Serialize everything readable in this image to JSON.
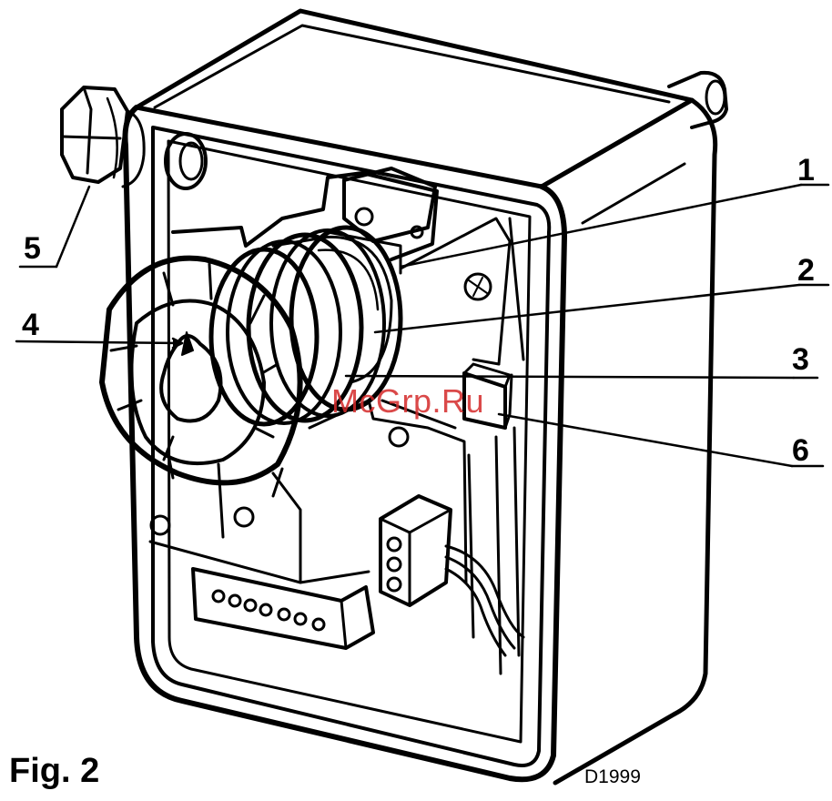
{
  "figure": {
    "caption": "Fig. 2",
    "code": "D1999",
    "watermark": "McGrp.Ru"
  },
  "callouts": [
    {
      "id": "1",
      "label": "1"
    },
    {
      "id": "2",
      "label": "2"
    },
    {
      "id": "3",
      "label": "3"
    },
    {
      "id": "4",
      "label": "4"
    },
    {
      "id": "5",
      "label": "5"
    },
    {
      "id": "6",
      "label": "6"
    }
  ],
  "colors": {
    "ink": "#000000",
    "paper": "#ffffff",
    "watermark": "#d42a2a"
  }
}
